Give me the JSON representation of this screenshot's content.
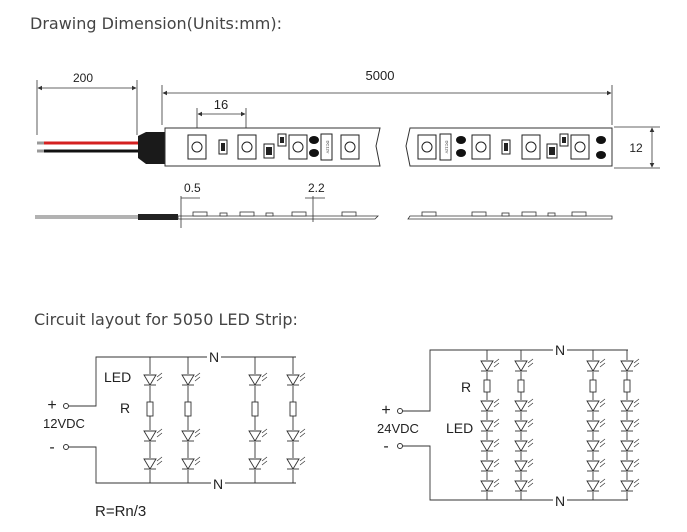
{
  "headings": {
    "drawing": "Drawing Dimension(Units:mm):",
    "circuit": "Circuit layout for 5050 LED Strip:"
  },
  "dimensions": {
    "wire_length": "200",
    "strip_length": "5000",
    "led_pitch": "16",
    "strip_width": "12",
    "pcb_thickness": "0.5",
    "led_height": "2.2"
  },
  "chip_label": "DC12V",
  "circuit_12v": {
    "plus": "+",
    "minus": "-",
    "voltage": "12VDC",
    "led_label": "LED",
    "resistor_label": "R",
    "node_label": "N",
    "note": "R=Rn/3"
  },
  "circuit_24v": {
    "plus": "+",
    "minus": "-",
    "voltage": "24VDC",
    "led_label": "LED",
    "resistor_label": "R",
    "node_label": "N"
  },
  "colors": {
    "wire_red": "#d42020",
    "wire_black": "#111111",
    "line": "#333333"
  }
}
